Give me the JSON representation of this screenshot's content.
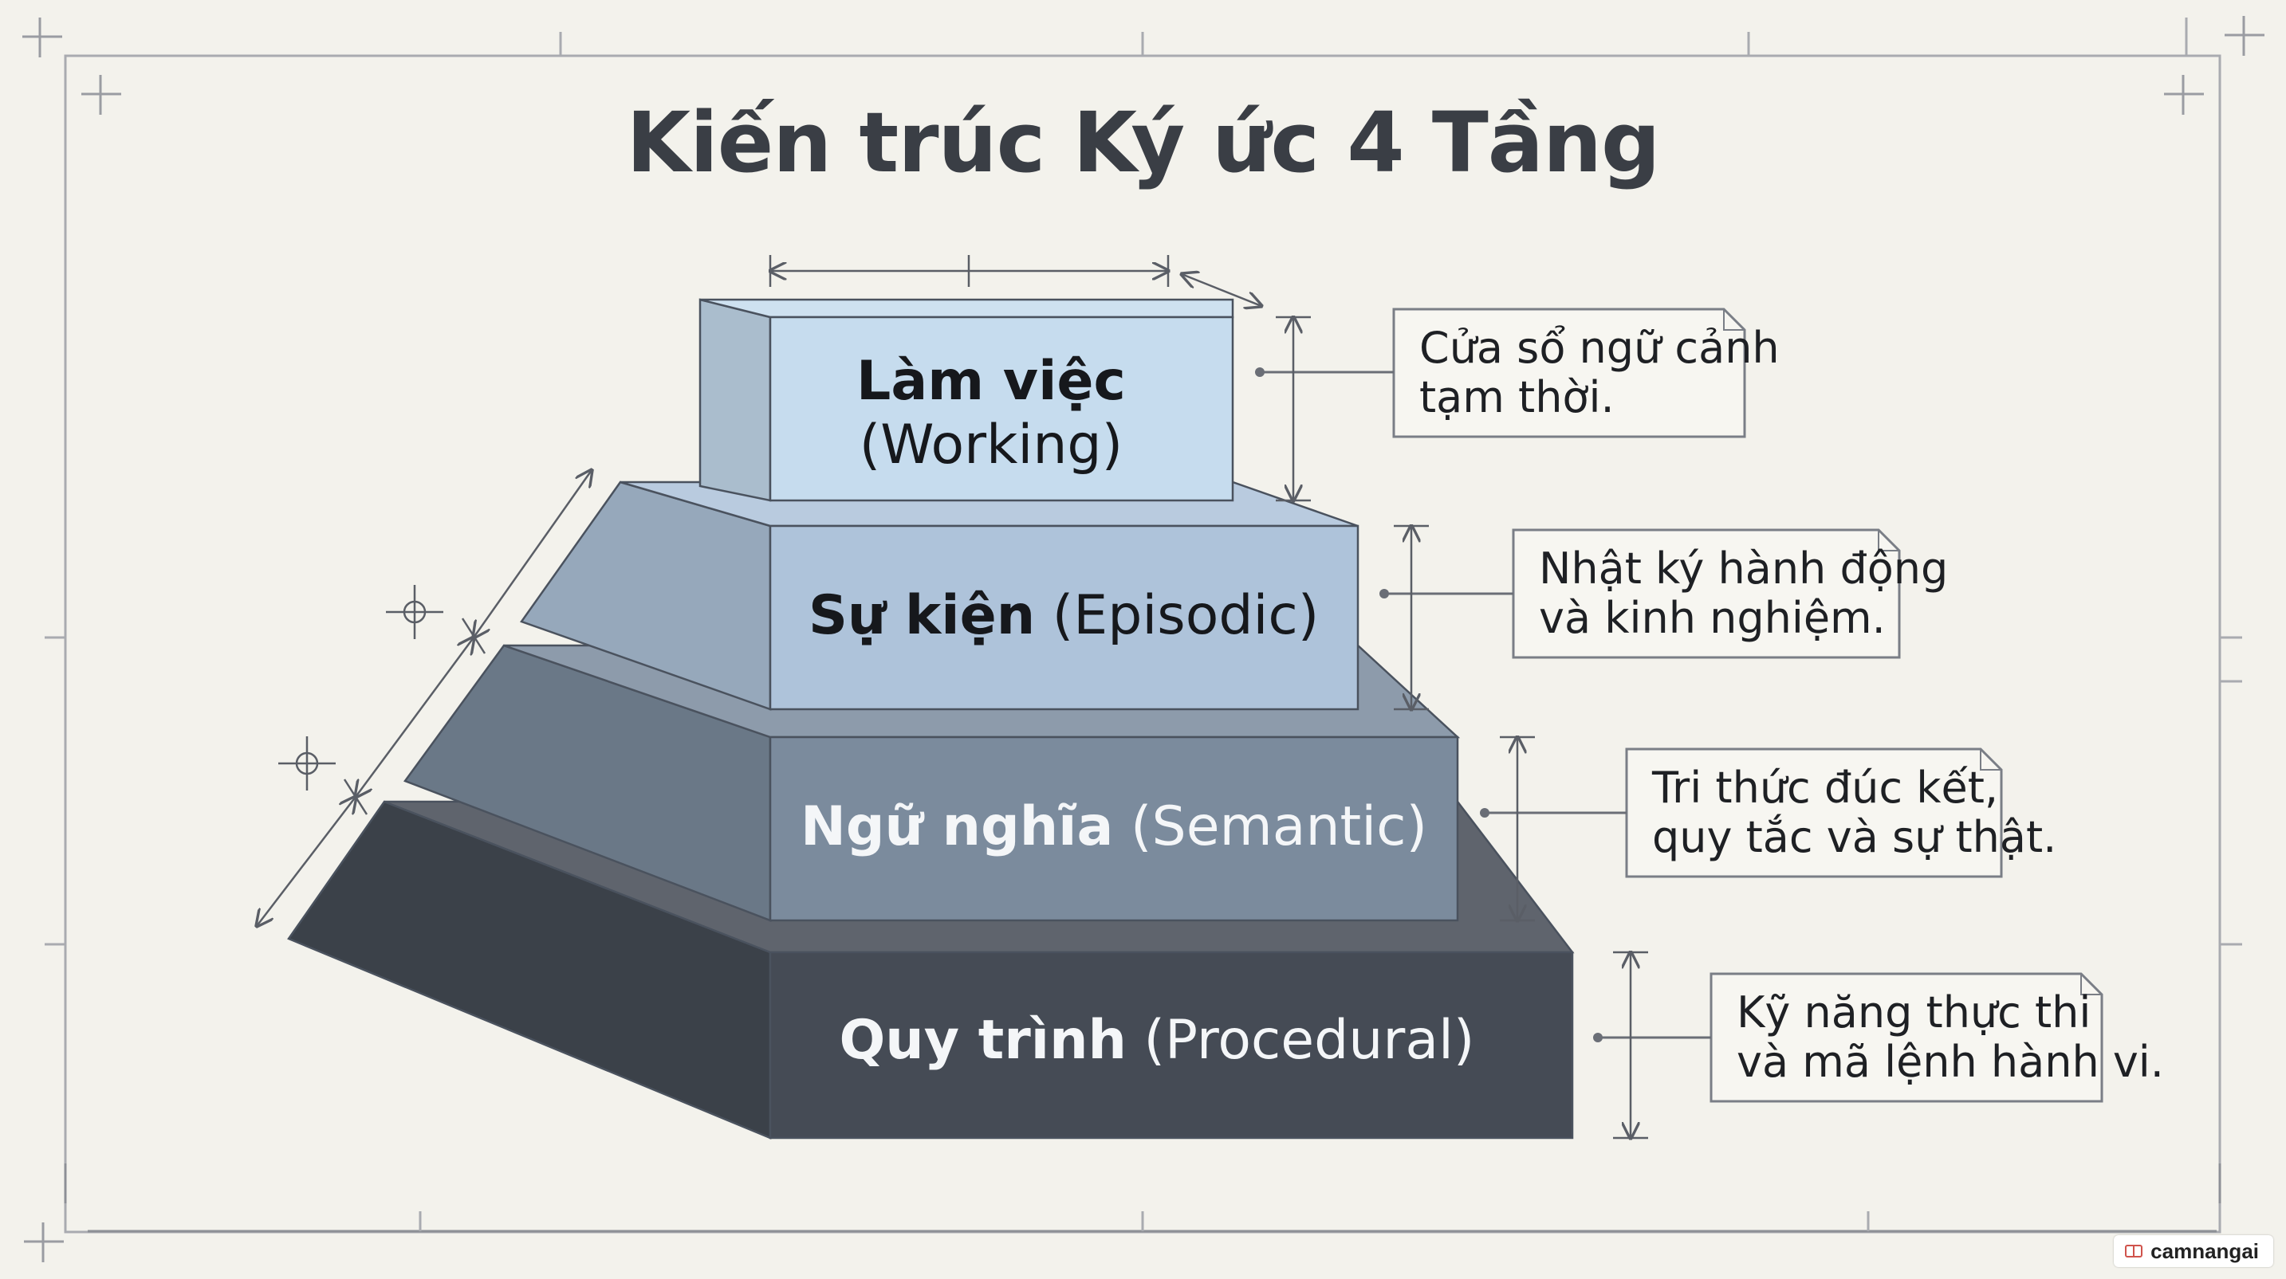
{
  "title": "Kiến trúc Ký ức 4 Tầng",
  "layers": [
    {
      "bold": "Làm việc",
      "paren": "(Working)",
      "color": "#c6dcee",
      "text_color": "#16181c",
      "note": "Cửa sổ ngữ cảnh\ntạm thời."
    },
    {
      "bold": "Sự kiện",
      "paren": "(Episodic)",
      "color": "#aec3da",
      "text_color": "#16181c",
      "note": "Nhật ký hành động\nvà kinh nghiệm."
    },
    {
      "bold": "Ngữ nghĩa",
      "paren": "(Semantic)",
      "color": "#7b8b9d",
      "text_color": "#f4f6f8",
      "note": "Tri thức đúc kết,\nquy tắc và sự thật."
    },
    {
      "bold": "Quy trình",
      "paren": "(Procedural)",
      "color": "#454b55",
      "text_color": "#f4f6f8",
      "note": "Kỹ năng thực thi\nvà mã lệnh hành vi."
    }
  ],
  "brand": {
    "label": "camnangai"
  }
}
